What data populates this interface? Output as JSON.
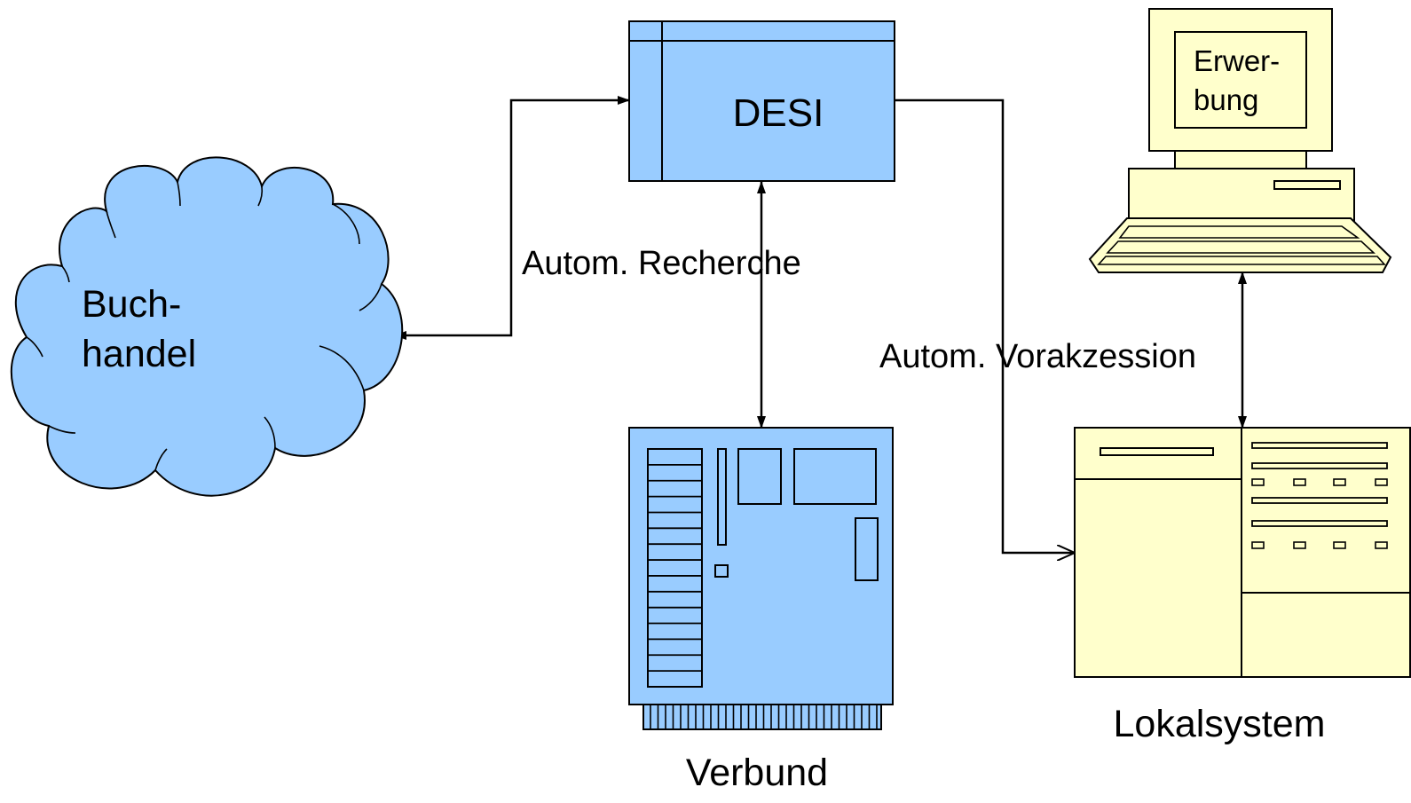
{
  "nodes": {
    "desi": {
      "label": "DESI"
    },
    "buchhandel": {
      "line1": "Buch-",
      "line2": "handel"
    },
    "verbund": {
      "label": "Verbund"
    },
    "lokalsystem": {
      "label": "Lokalsystem"
    },
    "erwerbung": {
      "line1": "Erwer-",
      "line2": "bung"
    }
  },
  "edges": {
    "recherche": {
      "label": "Autom. Recherche"
    },
    "vorakzession": {
      "label": "Autom. Vorakzession"
    }
  },
  "colors": {
    "blue_fill": "#99ccff",
    "yellow_fill": "#ffffcc",
    "stroke": "#000000"
  }
}
